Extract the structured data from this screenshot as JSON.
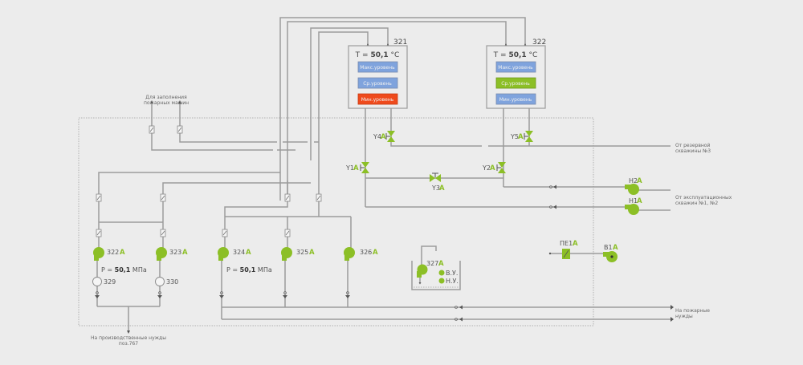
{
  "colors": {
    "background": "#ececec",
    "pipe": "#9b9b9b",
    "active_green": "#8cbf26",
    "level_blue": "#7fa3dd",
    "level_green": "#8cbf26",
    "level_alarm": "#ef4a1c"
  },
  "tanks": [
    {
      "id": "321",
      "temp_prefix": "T = ",
      "temp_value": "50,1",
      "temp_unit": " °C",
      "levels": [
        {
          "label": "Макс.уровень",
          "state": "blue"
        },
        {
          "label": "Ср.уровень",
          "state": "blue"
        },
        {
          "label": "Мин.уровень",
          "state": "alarm"
        }
      ]
    },
    {
      "id": "322",
      "temp_prefix": "T = ",
      "temp_value": "50,1",
      "temp_unit": " °C",
      "levels": [
        {
          "label": "Макс.уровень",
          "state": "blue"
        },
        {
          "label": "Ср.уровень",
          "state": "green"
        },
        {
          "label": "Мин.уровень",
          "state": "blue"
        }
      ]
    }
  ],
  "valves": [
    {
      "id": "Y1",
      "mode": "A"
    },
    {
      "id": "Y2",
      "mode": "A"
    },
    {
      "id": "Y3",
      "mode": "A"
    },
    {
      "id": "Y4",
      "mode": "A"
    },
    {
      "id": "Y5",
      "mode": "A"
    }
  ],
  "pumps": [
    {
      "id": "322",
      "mode": "A"
    },
    {
      "id": "323",
      "mode": "A"
    },
    {
      "id": "324",
      "mode": "A"
    },
    {
      "id": "325",
      "mode": "A"
    },
    {
      "id": "326",
      "mode": "A"
    },
    {
      "id": "327",
      "mode": "A"
    }
  ],
  "well_pumps": [
    {
      "id": "H2",
      "mode": "A"
    },
    {
      "id": "H1",
      "mode": "A"
    }
  ],
  "heater": {
    "id": "ПЕ1",
    "mode": "A"
  },
  "fan": {
    "id": "B1",
    "mode": "A"
  },
  "gauges": [
    {
      "id": "329"
    },
    {
      "id": "330"
    }
  ],
  "pressure": [
    {
      "prefix": "P = ",
      "value": "50,1",
      "unit": " МПа"
    },
    {
      "prefix": "P = ",
      "value": "50,1",
      "unit": " МПа"
    }
  ],
  "sump": {
    "high_label": "В.У.",
    "low_label": "Н.У."
  },
  "labels": {
    "fire_trucks_1": "Для заполнения",
    "fire_trucks_2": "пожарных машин",
    "reserve_well_1": "От резервной",
    "reserve_well_2": "скважины №3",
    "prod_wells_1": "От эксплуатационных",
    "prod_wells_2": "скважин №1, №2",
    "fire_needs_1": "На пожарные",
    "fire_needs_2": "нужды",
    "production_1": "На производственные нужды",
    "production_2": "поз.767"
  }
}
